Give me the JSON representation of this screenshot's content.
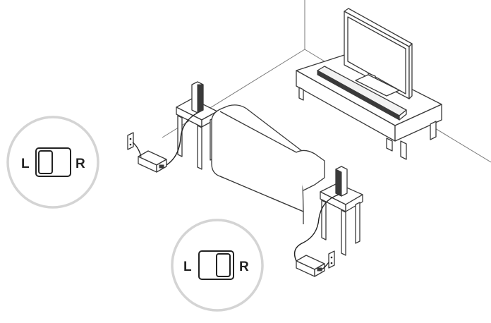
{
  "left_speaker_badge": {
    "left_label": "L",
    "right_label": "R",
    "switch_position": "left"
  },
  "right_speaker_badge": {
    "left_label": "L",
    "right_label": "R",
    "switch_position": "right"
  },
  "colors": {
    "line": "#3a3a3a",
    "badge_ring": "#d4d4d4",
    "wall_line": "#7a7a7a"
  }
}
